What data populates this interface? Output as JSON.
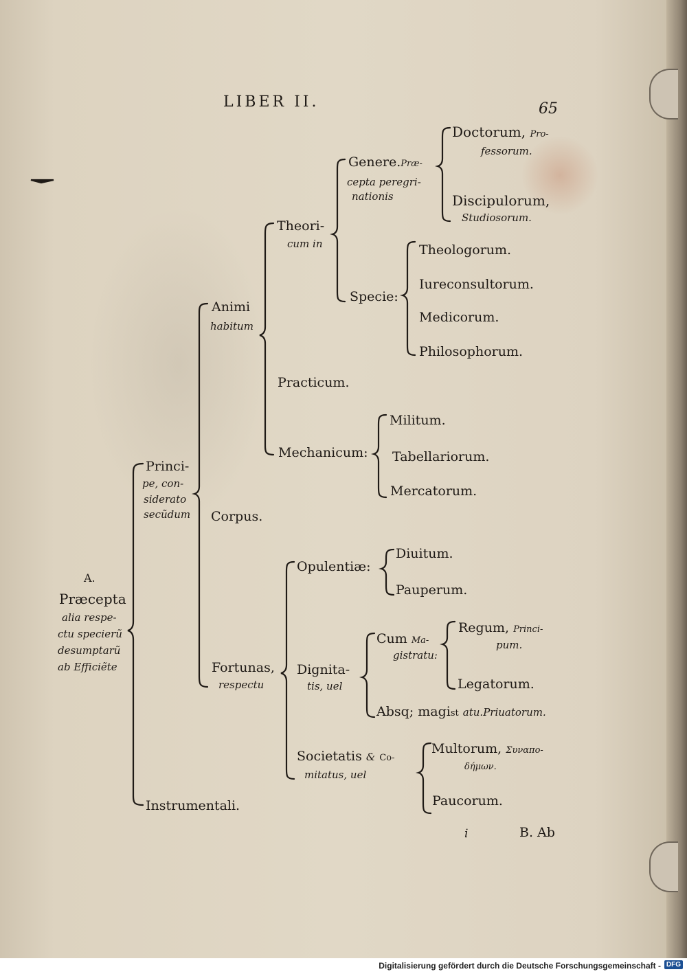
{
  "header": {
    "running_head": "LIBER II.",
    "page_number": "65"
  },
  "tree": {
    "root": {
      "letter": "A.",
      "lines": [
        "Præcepta",
        "alia respe-",
        "ctu specierũ",
        "desumptarũ",
        "ab Efficiẽte"
      ]
    },
    "principe": [
      "Princi-",
      "pe, con-",
      "siderato",
      "secũdum"
    ],
    "instrumentali": "Instrumentali.",
    "animi": [
      "Animi",
      "habitum"
    ],
    "corpus": "Corpus.",
    "fortunas": [
      "Fortunas,",
      "respectu"
    ],
    "theoricum": [
      "Theori-",
      "cum in"
    ],
    "practicum": "Practicum.",
    "mechanicum": "Mechanicum:",
    "genere": [
      "Genere.",
      "Præ-",
      "cepta peregri-",
      "nationis"
    ],
    "specie": "Specie:",
    "doctorum": [
      "Doctorum,",
      "Pro-",
      "fessorum."
    ],
    "discipulorum": [
      "Discipulorum,",
      "Studiosorum."
    ],
    "species_items": [
      "Theologorum.",
      "Iureconsultorum.",
      "Medicorum.",
      "Philosophorum."
    ],
    "mech_items": [
      "Militum.",
      "Tabellariorum.",
      "Mercatorum."
    ],
    "opulentiae": "Opulentiæ:",
    "opul_items": [
      "Diuitum.",
      "Pauperum."
    ],
    "dignitatis": [
      "Dignita-",
      "tis, uel"
    ],
    "cum": [
      "Cum",
      "Ma-",
      "gistratu:"
    ],
    "regum": [
      "Regum,",
      "Princi-",
      "pum."
    ],
    "legatorum": "Legatorum.",
    "absq": [
      "Absq; magi",
      "st",
      "atu.",
      "Priuatorum."
    ],
    "societatis": [
      "Societatis",
      "&",
      "Co-",
      "mitatus, uel"
    ],
    "multorum": [
      "Multorum,",
      "Συναπο-",
      "δήμων."
    ],
    "paucorum": "Paucorum."
  },
  "catchword": {
    "signature": "i",
    "catchword": "B. Ab"
  },
  "footer": {
    "text": "Digitalisierung gefördert durch die Deutsche Forschungsgemeinschaft -",
    "logo": "DFG"
  }
}
